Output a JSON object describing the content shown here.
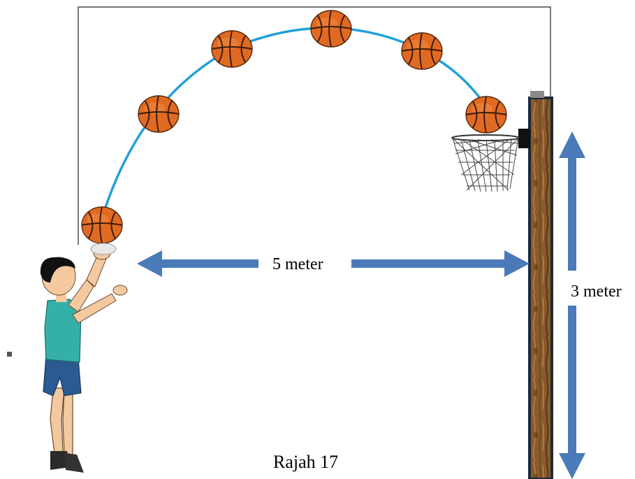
{
  "labels": {
    "horizontal_distance": "5 meter",
    "vertical_height": "3 meter",
    "caption": "Rajah 17"
  },
  "colors": {
    "arrow": "#4a7ab8",
    "trajectory": "#22a0d8",
    "ball": "#e06a22",
    "ball_seam": "#5a2a10",
    "pole_wood": "#8a5a2c",
    "pole_border": "#1c2a3a",
    "shirt": "#35b0a8",
    "shorts": "#2a5a90",
    "skin": "#f4c9a0",
    "hair": "#111111"
  },
  "icons": {
    "ball": "basketball-icon",
    "net": "basketball-net",
    "player": "basketball-player"
  }
}
